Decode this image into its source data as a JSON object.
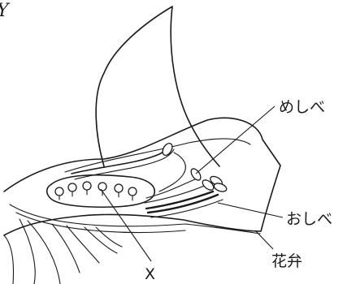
{
  "corner_letter": "Y",
  "labels": {
    "pistil": "めしべ",
    "stamen": "おしべ",
    "petal": "花弁",
    "x_marker": "X"
  }
}
